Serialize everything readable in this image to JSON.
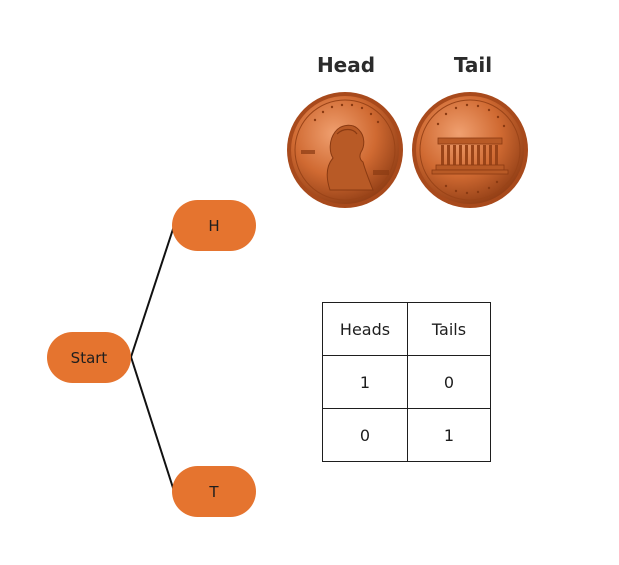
{
  "coins": {
    "head_label": "Head",
    "tail_label": "Tail",
    "head_icon": "penny-obverse-icon",
    "tail_icon": "penny-reverse-icon",
    "coin_color": "#c8602a"
  },
  "tree": {
    "root": "Start",
    "branch_top": "H",
    "branch_bottom": "T",
    "node_color": "#e5742f"
  },
  "table": {
    "headers": [
      "Heads",
      "Tails"
    ],
    "rows": [
      [
        "1",
        "0"
      ],
      [
        "0",
        "1"
      ]
    ]
  }
}
